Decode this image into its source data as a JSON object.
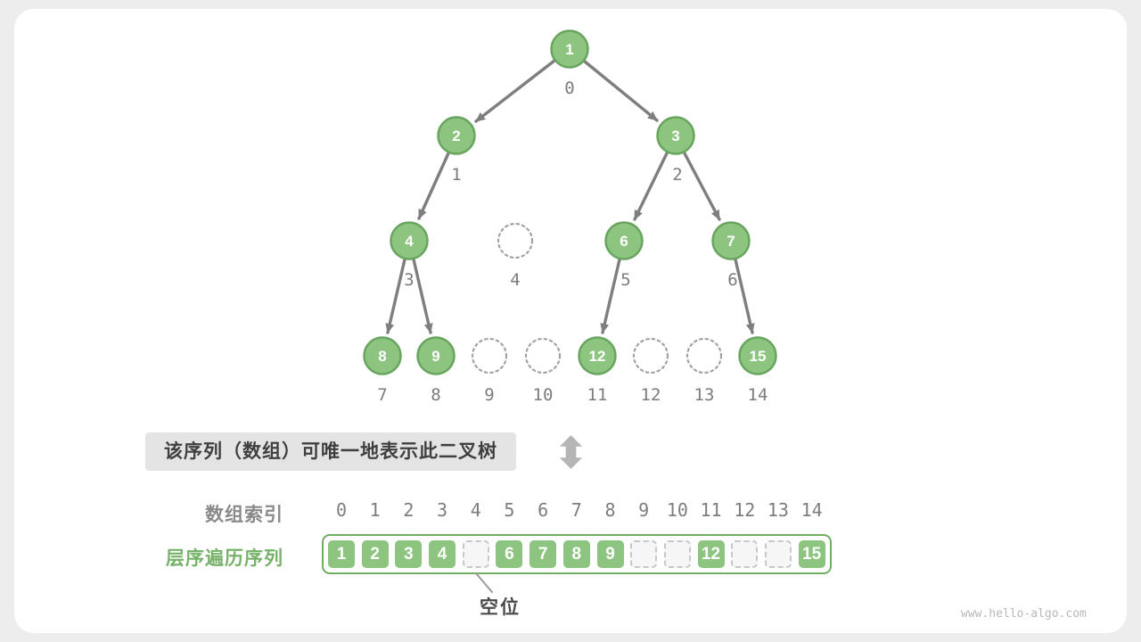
{
  "colors": {
    "node_green": "#8cc480",
    "node_border_green": "#68a55f",
    "array_border_green": "#6fae63",
    "label_green": "#76b269",
    "edge_gray": "#7e7e7e",
    "caption_bg": "#e4e4e4",
    "page_bg": "#ededed"
  },
  "tree": {
    "nodes": [
      {
        "index": "0",
        "value": "1",
        "empty": false
      },
      {
        "index": "1",
        "value": "2",
        "empty": false
      },
      {
        "index": "2",
        "value": "3",
        "empty": false
      },
      {
        "index": "3",
        "value": "4",
        "empty": false
      },
      {
        "index": "4",
        "value": "",
        "empty": true
      },
      {
        "index": "5",
        "value": "6",
        "empty": false
      },
      {
        "index": "6",
        "value": "7",
        "empty": false
      },
      {
        "index": "7",
        "value": "8",
        "empty": false
      },
      {
        "index": "8",
        "value": "9",
        "empty": false
      },
      {
        "index": "9",
        "value": "",
        "empty": true
      },
      {
        "index": "10",
        "value": "",
        "empty": true
      },
      {
        "index": "11",
        "value": "12",
        "empty": false
      },
      {
        "index": "12",
        "value": "",
        "empty": true
      },
      {
        "index": "13",
        "value": "",
        "empty": true
      },
      {
        "index": "14",
        "value": "15",
        "empty": false
      }
    ],
    "edges": [
      [
        0,
        1
      ],
      [
        0,
        2
      ],
      [
        1,
        3
      ],
      [
        2,
        5
      ],
      [
        2,
        6
      ],
      [
        3,
        7
      ],
      [
        3,
        8
      ],
      [
        5,
        11
      ],
      [
        6,
        14
      ]
    ]
  },
  "caption": {
    "text": "该序列（数组）可唯一地表示此二叉树"
  },
  "array_section": {
    "index_row_label": "数组索引",
    "sequence_row_label": "层序遍历序列",
    "indices": [
      "0",
      "1",
      "2",
      "3",
      "4",
      "5",
      "6",
      "7",
      "8",
      "9",
      "10",
      "11",
      "12",
      "13",
      "14"
    ],
    "values": [
      "1",
      "2",
      "3",
      "4",
      "",
      "6",
      "7",
      "8",
      "9",
      "",
      "",
      "12",
      "",
      "",
      "15"
    ],
    "empty_slot_label": "空位"
  },
  "footer": {
    "watermark": "www.hello-algo.com"
  }
}
